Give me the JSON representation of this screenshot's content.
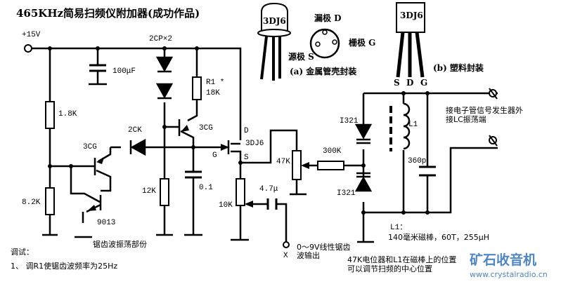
{
  "title": "465KHz简易扫频仪附加器(成功作品)",
  "power": {
    "label": "+15V"
  },
  "components": {
    "c_100uf": "100μF",
    "diodes_2cp": "2CP×2",
    "r1_label": "R1 *",
    "r1_value": "18K",
    "r_1_8k": "1.8K",
    "r_8_2k": "8.2K",
    "r_12k": "12K",
    "c_0_1": "0.1",
    "q1": "3CG",
    "q2": "3CG",
    "q3": "9013",
    "d_2ck": "2CK",
    "fet": "3DJ6",
    "fet_d": "D",
    "fet_g": "G",
    "fet_s": "S",
    "pot_47k": "47K",
    "r_300k": "300K",
    "pot_10k": "10K",
    "c_4_7u": "4.7μ",
    "varicap_top": "I321",
    "varicap_bottom": "I321",
    "inductor": "L1",
    "c_360p": "360p"
  },
  "packages": {
    "metal_label": "3DJ6",
    "drain": "漏极 D",
    "gate": "栅极 G",
    "source": "源极 S",
    "metal_caption": "(a) 金属管壳封装",
    "plastic_label": "3DJ6",
    "plastic_pins": [
      "S",
      "D",
      "G"
    ],
    "plastic_caption": "(b) 塑料封装"
  },
  "notes": {
    "sawtooth_section": "锯齿波振荡部份",
    "output_label_x": "X",
    "output_desc_1": "0～9V线性锯齿",
    "output_desc_2": "波输出",
    "connect_1": "接电子管信号发生器外",
    "connect_2": "接LC振荡端",
    "l1_title": "L1：",
    "l1_spec": "140毫米磁棒，60T，255μH",
    "center_1": "47K电位器和L1在磁棒上的位置",
    "center_2": "可以调节扫频的中心位置",
    "debug_title": "调试：",
    "debug_step_1": "1、 调R1使锯齿波频率为25Hz"
  },
  "watermark": {
    "name": "矿石收音机",
    "url": "www.crystalradio.cn",
    "color": "#4f86c6"
  }
}
